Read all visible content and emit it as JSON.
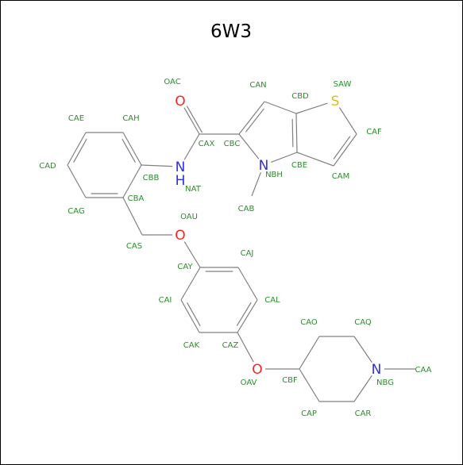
{
  "title": "6W3",
  "colors": {
    "bond": "#808080",
    "label": "#2e8b2e",
    "oxygen": "#ff2020",
    "nitrogen": "#3030e0",
    "sulfur": "#d4c21a",
    "background": "#ffffff"
  },
  "atoms": [
    {
      "id": "CAE",
      "label": "CAE",
      "element": "C"
    },
    {
      "id": "CAH",
      "label": "CAH",
      "element": "C"
    },
    {
      "id": "CAD",
      "label": "CAD",
      "element": "C"
    },
    {
      "id": "CAG",
      "label": "CAG",
      "element": "C"
    },
    {
      "id": "CBA",
      "label": "CBA",
      "element": "C"
    },
    {
      "id": "CBB",
      "label": "CBB",
      "element": "C"
    },
    {
      "id": "CAS",
      "label": "CAS",
      "element": "C"
    },
    {
      "id": "OAC",
      "label": "OAC",
      "element": "O",
      "symbol": "O"
    },
    {
      "id": "CAX",
      "label": "CAX",
      "element": "C"
    },
    {
      "id": "NAT",
      "label": "NAT",
      "element": "N",
      "symbol": "N",
      "hydrogen": "H"
    },
    {
      "id": "CAN",
      "label": "CAN",
      "element": "C"
    },
    {
      "id": "CBC",
      "label": "CBC",
      "element": "C"
    },
    {
      "id": "CBD",
      "label": "CBD",
      "element": "C"
    },
    {
      "id": "NBH",
      "label": "NBH",
      "element": "N",
      "symbol": "N"
    },
    {
      "id": "CBE",
      "label": "CBE",
      "element": "C"
    },
    {
      "id": "CAB",
      "label": "CAB",
      "element": "C"
    },
    {
      "id": "SAW",
      "label": "SAW",
      "element": "S",
      "symbol": "S"
    },
    {
      "id": "CAF",
      "label": "CAF",
      "element": "C"
    },
    {
      "id": "CAM",
      "label": "CAM",
      "element": "C"
    },
    {
      "id": "OAU",
      "label": "OAU",
      "element": "O",
      "symbol": "O"
    },
    {
      "id": "CAY",
      "label": "CAY",
      "element": "C"
    },
    {
      "id": "CAJ",
      "label": "CAJ",
      "element": "C"
    },
    {
      "id": "CAI",
      "label": "CAI",
      "element": "C"
    },
    {
      "id": "CAL",
      "label": "CAL",
      "element": "C"
    },
    {
      "id": "CAK",
      "label": "CAK",
      "element": "C"
    },
    {
      "id": "CAZ",
      "label": "CAZ",
      "element": "C"
    },
    {
      "id": "OAV",
      "label": "OAV",
      "element": "O",
      "symbol": "O"
    },
    {
      "id": "CBF",
      "label": "CBF",
      "element": "C"
    },
    {
      "id": "CAO",
      "label": "CAO",
      "element": "C"
    },
    {
      "id": "CAQ",
      "label": "CAQ",
      "element": "C"
    },
    {
      "id": "CAP",
      "label": "CAP",
      "element": "C"
    },
    {
      "id": "CAR",
      "label": "CAR",
      "element": "C"
    },
    {
      "id": "NBG",
      "label": "NBG",
      "element": "N",
      "symbol": "N"
    },
    {
      "id": "CAA",
      "label": "CAA",
      "element": "C"
    }
  ],
  "bonds": [
    [
      "CAE",
      "CAH",
      1
    ],
    [
      "CAH",
      "CBB",
      2
    ],
    [
      "CBB",
      "CBA",
      1
    ],
    [
      "CBA",
      "CAG",
      2
    ],
    [
      "CAG",
      "CAD",
      1
    ],
    [
      "CAD",
      "CAE",
      2
    ],
    [
      "CBB",
      "NAT",
      1
    ],
    [
      "NAT",
      "CAX",
      1
    ],
    [
      "CAX",
      "OAC",
      2
    ],
    [
      "CAX",
      "CBC",
      1
    ],
    [
      "CBC",
      "CAN",
      2
    ],
    [
      "CAN",
      "CBD",
      1
    ],
    [
      "CBD",
      "CBE",
      2
    ],
    [
      "CBE",
      "NBH",
      1
    ],
    [
      "NBH",
      "CBC",
      1
    ],
    [
      "NBH",
      "CAB",
      1
    ],
    [
      "CBD",
      "SAW",
      1
    ],
    [
      "SAW",
      "CAF",
      1
    ],
    [
      "CAF",
      "CAM",
      2
    ],
    [
      "CAM",
      "CBE",
      1
    ],
    [
      "CBA",
      "CAS",
      1
    ],
    [
      "CAS",
      "OAU",
      1
    ],
    [
      "OAU",
      "CAY",
      1
    ],
    [
      "CAY",
      "CAJ",
      2
    ],
    [
      "CAJ",
      "CAL",
      1
    ],
    [
      "CAL",
      "CAZ",
      2
    ],
    [
      "CAZ",
      "CAK",
      1
    ],
    [
      "CAK",
      "CAI",
      2
    ],
    [
      "CAI",
      "CAY",
      1
    ],
    [
      "CAZ",
      "OAV",
      1
    ],
    [
      "OAV",
      "CBF",
      1
    ],
    [
      "CBF",
      "CAO",
      1
    ],
    [
      "CAO",
      "CAQ",
      1
    ],
    [
      "CAQ",
      "NBG",
      1
    ],
    [
      "NBG",
      "CAR",
      1
    ],
    [
      "CAR",
      "CAP",
      1
    ],
    [
      "CAP",
      "CBF",
      1
    ],
    [
      "NBG",
      "CAA",
      1
    ]
  ]
}
